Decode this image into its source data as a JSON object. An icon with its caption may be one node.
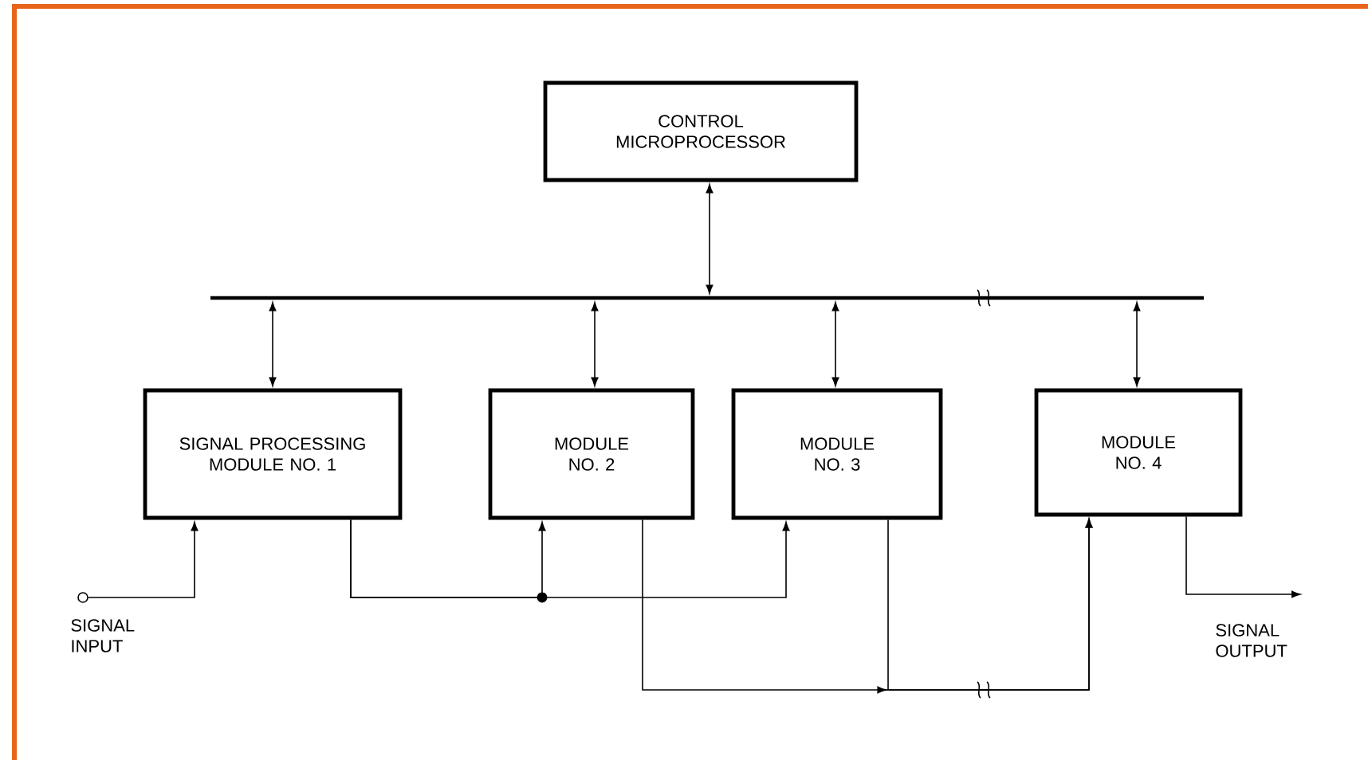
{
  "diagram": {
    "nodes": [
      {
        "text": [
          "CONTROL MICROPROCESSOR"
        ]
      },
      {
        "text": [],
        "shape": "bar"
      },
      {
        "text": [
          "SIGNAL PROCESSING MODULE NO. 1"
        ]
      },
      {
        "text": [
          "MODULE NO. 2"
        ]
      },
      {
        "text": [
          "MODULE NO. 3"
        ]
      },
      {
        "text": [
          "MODULE NO. 4"
        ]
      },
      {
        "text": [],
        "shape": "circle"
      }
    ],
    "edges": [
      {
        "from": 0,
        "to": 1,
        "arrow": "both"
      },
      {
        "from": 1,
        "to": 2,
        "arrow": "both"
      },
      {
        "from": 1,
        "to": 3,
        "arrow": "both"
      },
      {
        "from": 1,
        "to": 4,
        "arrow": "both"
      },
      {
        "from": 1,
        "to": 5,
        "arrow": "both"
      },
      {
        "from": 6,
        "to": 2,
        "arrow": "to"
      },
      {
        "from": 2,
        "to": 3,
        "arrow": "to"
      },
      {
        "from": 2,
        "to": 4,
        "arrow": "to"
      },
      {
        "from": 3,
        "to": 5,
        "arrow": "to"
      },
      {
        "from": 4,
        "to": 5,
        "arrow": "to"
      },
      {
        "from": 5,
        "to": null,
        "arrow": "to"
      }
    ],
    "labels": [
      "SIGNAL INPUT",
      "SIGNAL OUTPUT"
    ]
  }
}
